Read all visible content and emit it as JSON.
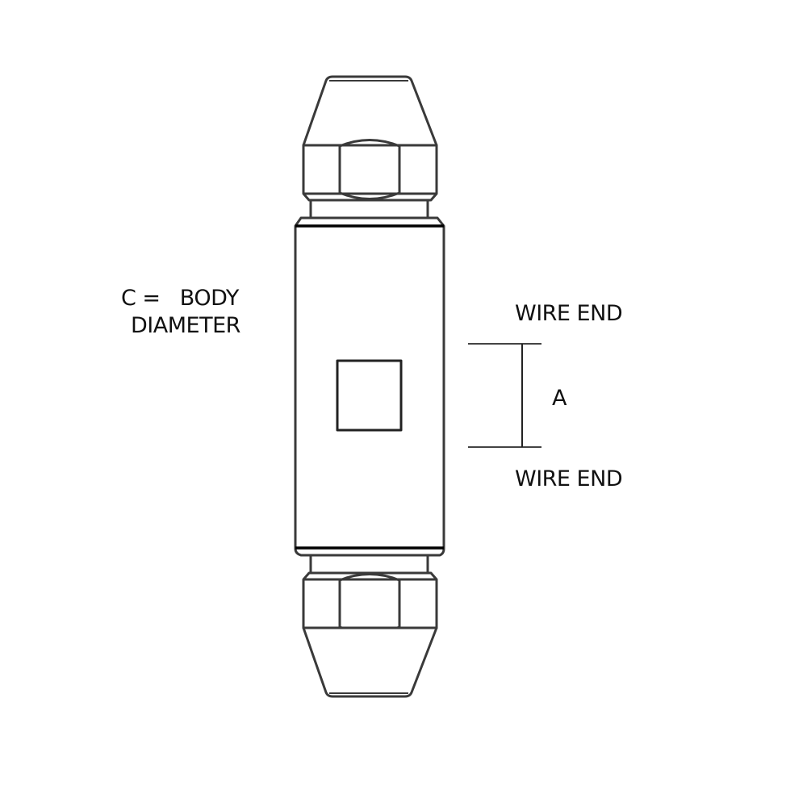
{
  "diagram": {
    "subject": "wire splice connector (double-ended ferrule fitting)",
    "labels": {
      "body_diameter_line1": "C =   BODY",
      "body_diameter_line2": "DIAMETER",
      "wire_end_top": "WIRE END",
      "wire_end_bottom": "WIRE END",
      "dimension_a": "A"
    },
    "parts": [
      "top-nose-cone",
      "top-hex-nut",
      "top-neck",
      "body",
      "inspection-window",
      "bottom-neck",
      "bottom-hex-nut",
      "bottom-nose-cone",
      "dimension-a-bracket"
    ],
    "colors": {
      "stroke": "#333333",
      "background": "#ffffff"
    }
  }
}
